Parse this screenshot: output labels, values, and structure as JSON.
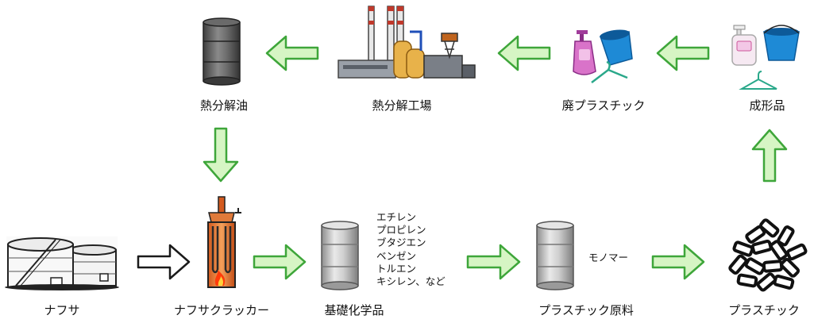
{
  "nodes": {
    "naphtha": "ナフサ",
    "cracker": "ナフサクラッカー",
    "basic_chem": "基礎化学品",
    "plastic_raw": "プラスチック原料",
    "plastic": "プラスチック",
    "molded": "成形品",
    "waste_plastic": "廃プラスチック",
    "pyrolysis_plant": "熱分解工場",
    "pyrolysis_oil": "熱分解油"
  },
  "chemicals": [
    "エチレン",
    "プロピレン",
    "ブタジエン",
    "ベンゼン",
    "トルエン",
    "キシレン、など"
  ],
  "monomer_label": "モノマー",
  "colors": {
    "arrow_fill": "#d6f5c4",
    "arrow_stroke": "#3ea63a",
    "open_arrow_stroke": "#1a1a1a"
  }
}
